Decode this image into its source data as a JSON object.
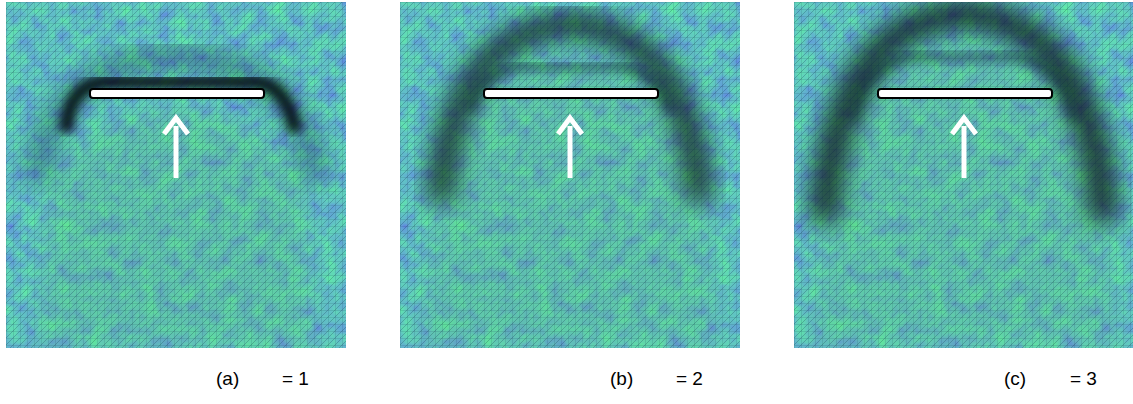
{
  "diagram": {
    "labels": [
      "(a)",
      "= 1",
      "(b)",
      "= 2",
      "(c)",
      "= 3"
    ]
  }
}
